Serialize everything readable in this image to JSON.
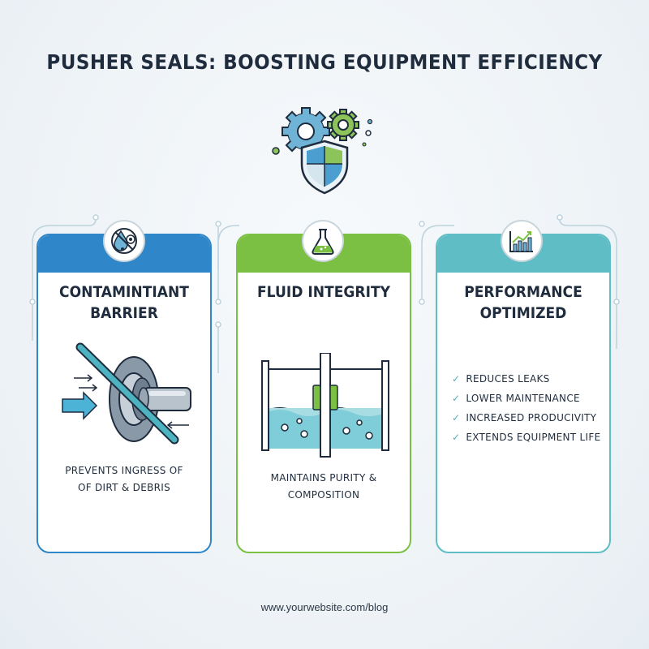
{
  "title": "PUSHER SEALS: BOOSTING EQUIPMENT EFFICIENCY",
  "colors": {
    "blue": "#2f86c8",
    "green": "#7bc043",
    "teal": "#5fbdc6",
    "text": "#1f2c3d"
  },
  "cards": [
    {
      "title_line1": "CONTAMINTIANT",
      "title_line2": "BARRIER",
      "text_line1": "PREVENTS INGRESS OF",
      "text_line2": "OF DIRT & DEBRIS",
      "icon": "no-contaminant-icon"
    },
    {
      "title_line1": "FLUID INTEGRITY",
      "text_line1": "MAINTAINS PURITY &",
      "text_line2": "COMPOSITION",
      "icon": "flask-icon"
    },
    {
      "title_line1": "PERFORMANCE",
      "title_line2": "OPTIMIZED",
      "icon": "growth-chart-icon",
      "benefits": [
        "REDUCES LEAKS",
        "LOWER MAINTENANCE",
        "INCREASED PRODUCIVITY",
        "EXTENDS EQUIPMENT LIFE"
      ]
    }
  ],
  "footer": "www.yourwebsite.com/blog"
}
